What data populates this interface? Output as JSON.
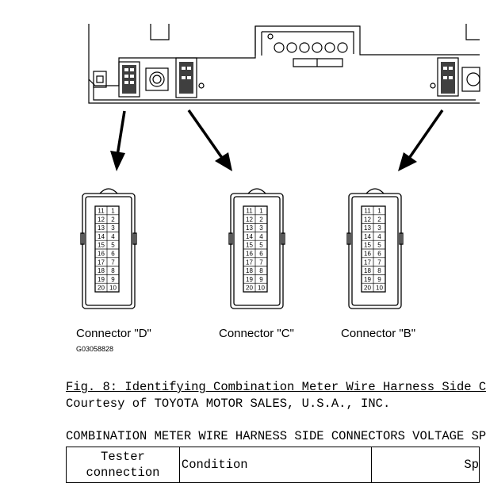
{
  "figure": {
    "connectors": [
      {
        "id": "D",
        "label": "Connector \"D\"",
        "left_pins": [
          "11",
          "12",
          "13",
          "14",
          "15",
          "16",
          "17",
          "18",
          "19",
          "20"
        ],
        "right_pins": [
          "1",
          "2",
          "3",
          "4",
          "5",
          "6",
          "7",
          "8",
          "9",
          "10"
        ]
      },
      {
        "id": "C",
        "label": "Connector \"C\"",
        "left_pins": [
          "11",
          "12",
          "13",
          "14",
          "15",
          "16",
          "17",
          "18",
          "19",
          "20"
        ],
        "right_pins": [
          "1",
          "2",
          "3",
          "4",
          "5",
          "6",
          "7",
          "8",
          "9",
          "10"
        ]
      },
      {
        "id": "B",
        "label": "Connector \"B\"",
        "left_pins": [
          "11",
          "12",
          "13",
          "14",
          "15",
          "16",
          "17",
          "18",
          "19",
          "20"
        ],
        "right_pins": [
          "1",
          "2",
          "3",
          "4",
          "5",
          "6",
          "7",
          "8",
          "9",
          "10"
        ]
      }
    ],
    "graphic_code": "G03058828"
  },
  "caption": "Fig. 8: Identifying Combination Meter Wire Harness Side C",
  "courtesy": "Courtesy of TOYOTA MOTOR SALES, U.S.A., INC.",
  "table": {
    "title": "COMBINATION METER WIRE HARNESS SIDE CONNECTORS VOLTAGE SP",
    "headers": {
      "tester_line1": "Tester",
      "tester_line2": "connection",
      "condition": "Condition",
      "spec": "Sp"
    }
  }
}
